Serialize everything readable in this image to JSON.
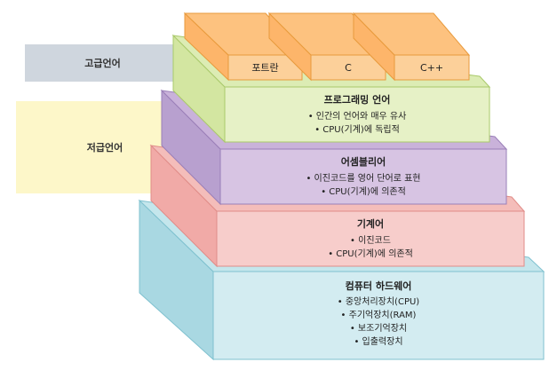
{
  "side_labels": {
    "high_level": "고급언어",
    "low_level": "저급언어"
  },
  "languages": [
    "포트란",
    "C",
    "C++"
  ],
  "layers": [
    {
      "title": "프로그래밍 언어",
      "bullets": [
        "• 인간의 언어와 매우 유사",
        "• CPU(기계)에 독립적"
      ]
    },
    {
      "title": "어셈블리어",
      "bullets": [
        "• 이진코드를 영어 단어로 표현",
        "• CPU(기계)에 의존적"
      ]
    },
    {
      "title": "기계어",
      "bullets": [
        "• 이진코드",
        "• CPU(기계)에 의존적"
      ]
    },
    {
      "title": "컴퓨터 하드웨어",
      "bullets": [
        "• 중앙처리장치(CPU)",
        "• 주기억장치(RAM)",
        "• 보조기억장치",
        "• 입출력장치"
      ]
    }
  ],
  "colors": {
    "high_level_bg": "#cfd6de",
    "low_level_bg": "#fdf7c9",
    "lang_front": "#fcd09a",
    "lang_top": "#fdb56a",
    "prog_front": "#e6f1c6",
    "prog_side": "#d3e6a1",
    "asm_front": "#d7c4e3",
    "asm_side": "#b8a0cf",
    "mach_front": "#f7cdcb",
    "mach_side": "#f1aaa7",
    "hw_front": "#d3ecf1",
    "hw_side": "#b7e0e8"
  }
}
